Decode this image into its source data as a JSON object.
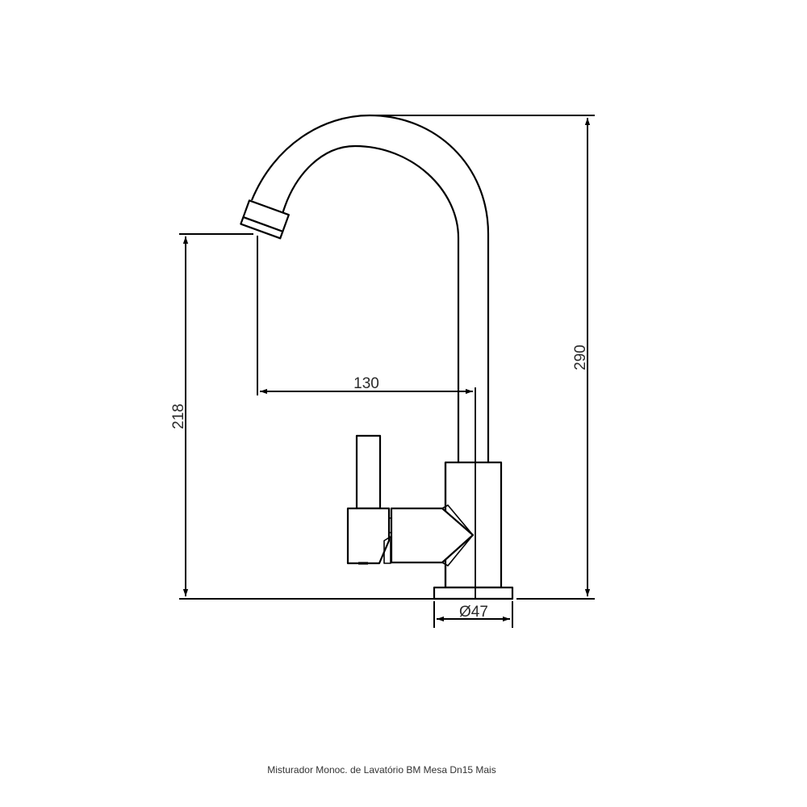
{
  "drawing": {
    "type": "technical-dimension-drawing",
    "subject": "single-lever basin mixer tap (side elevation)",
    "stroke_color": "#000000",
    "text_color": "#2a2a2a",
    "background": "#ffffff"
  },
  "dimensions": {
    "total_height": {
      "label": "290",
      "orientation": "vertical"
    },
    "spout_height": {
      "label": "218",
      "orientation": "vertical"
    },
    "spout_reach": {
      "label": "130",
      "orientation": "horizontal"
    },
    "base_diameter": {
      "label": "Ø47",
      "orientation": "horizontal"
    }
  },
  "caption": "Misturador Monoc. de Lavatório BM Mesa Dn15 Mais"
}
